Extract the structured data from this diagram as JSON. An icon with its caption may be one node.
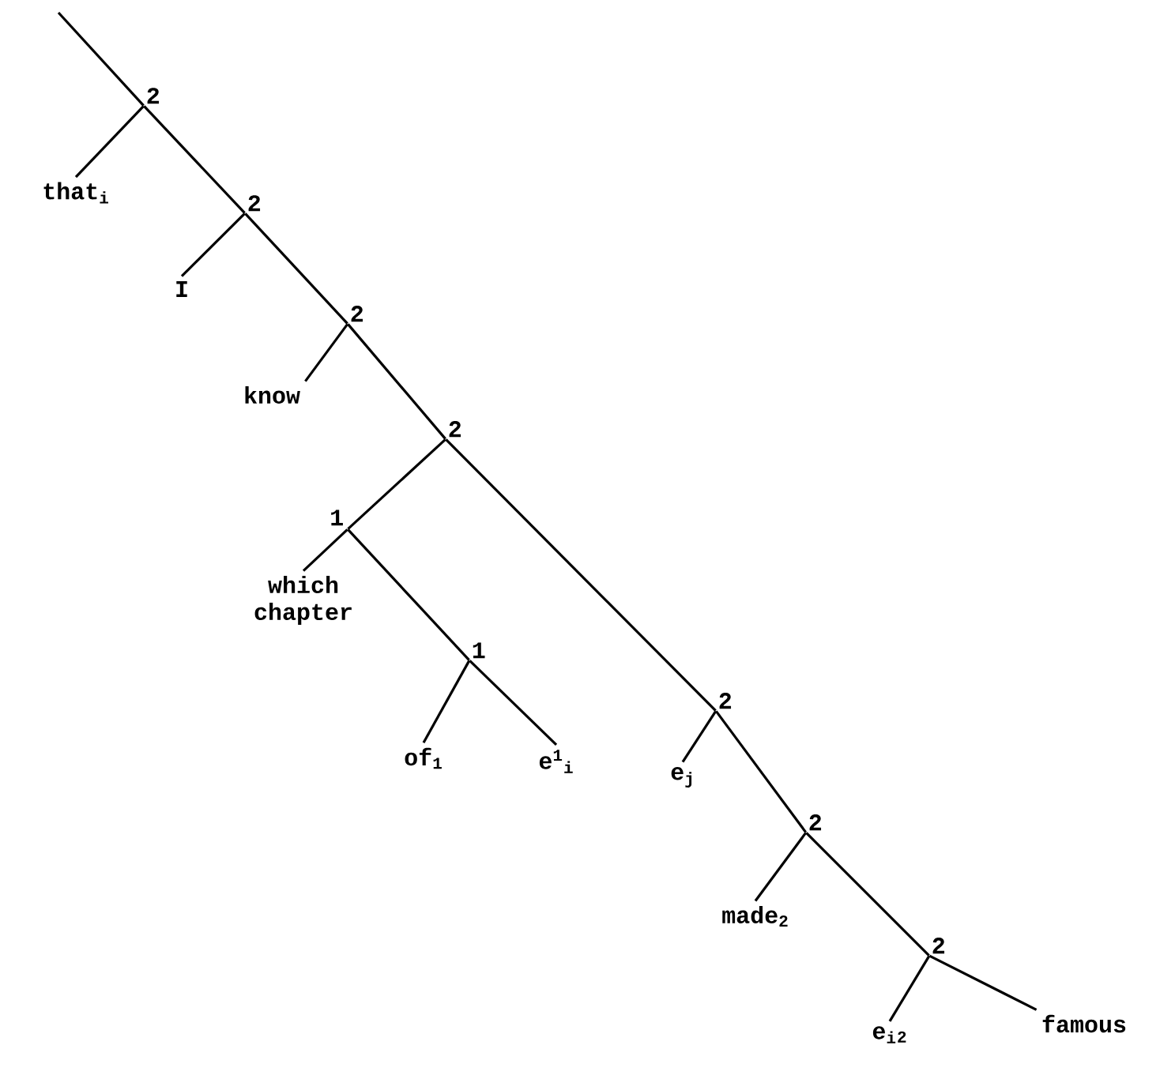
{
  "diagram": {
    "nodes": [
      {
        "text": [
          "2"
        ]
      },
      {
        "text": [
          "that$_{i}$"
        ]
      },
      {
        "text": [
          "2"
        ]
      },
      {
        "text": [
          "I"
        ]
      },
      {
        "text": [
          "2"
        ]
      },
      {
        "text": [
          "know"
        ]
      },
      {
        "text": [
          "2"
        ]
      },
      {
        "text": [
          "1"
        ]
      },
      {
        "text": [
          "which chapter"
        ]
      },
      {
        "text": [
          "1"
        ]
      },
      {
        "text": [
          "of$_{1}$"
        ]
      },
      {
        "text": [
          "e$^{1}$$_{i}$"
        ]
      },
      {
        "text": [
          "2"
        ]
      },
      {
        "text": [
          "e$_{j}$"
        ]
      },
      {
        "text": [
          "2"
        ]
      },
      {
        "text": [
          "made$_{2}$"
        ]
      },
      {
        "text": [
          "2"
        ]
      },
      {
        "text": [
          "e$_{i}$$_{2}$"
        ]
      },
      {
        "text": [
          "famous"
        ]
      }
    ],
    "edges": [
      {
        "from": null,
        "to": 0,
        "arrow": "none"
      },
      {
        "from": 0,
        "to": 1,
        "arrow": "none"
      },
      {
        "from": 0,
        "to": 2,
        "arrow": "none"
      },
      {
        "from": 2,
        "to": 3,
        "arrow": "none"
      },
      {
        "from": 2,
        "to": 4,
        "arrow": "none"
      },
      {
        "from": 4,
        "to": 5,
        "arrow": "none"
      },
      {
        "from": 4,
        "to": 6,
        "arrow": "none"
      },
      {
        "from": 6,
        "to": 7,
        "arrow": "none"
      },
      {
        "from": 7,
        "to": 8,
        "arrow": "none"
      },
      {
        "from": 7,
        "to": 9,
        "arrow": "none"
      },
      {
        "from": 9,
        "to": 10,
        "arrow": "none"
      },
      {
        "from": 9,
        "to": 11,
        "arrow": "none"
      },
      {
        "from": 6,
        "to": 12,
        "arrow": "none"
      },
      {
        "from": 12,
        "to": 13,
        "arrow": "none"
      },
      {
        "from": 12,
        "to": 14,
        "arrow": "none"
      },
      {
        "from": 14,
        "to": 15,
        "arrow": "none"
      },
      {
        "from": 14,
        "to": 16,
        "arrow": "none"
      },
      {
        "from": 16,
        "to": 17,
        "arrow": "none"
      },
      {
        "from": 16,
        "to": 18,
        "arrow": "none"
      }
    ]
  }
}
